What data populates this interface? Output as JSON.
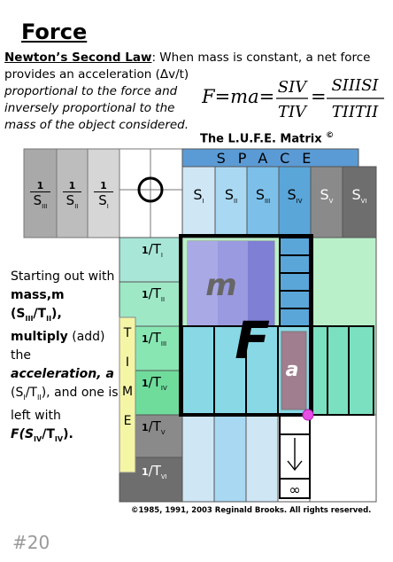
{
  "title": "Force",
  "intro": {
    "law": "Newton’s Second Law",
    "line1_rest": ": When  mass is constant, a net force",
    "line2": "provides an acceleration (Δv/t)",
    "line3": "proportional to the force and",
    "line4": "inversely proportional to the",
    "line5": "mass of the object considered."
  },
  "formula": {
    "lhs": "F=ma=",
    "f1_num": "SIV",
    "f1_den": "TIV",
    "eq": "=",
    "f2_num": "SIIISI",
    "f2_den": "TIITII"
  },
  "matrix_title": "The L.U.F.E. Matrix",
  "copyright_symbol": "©",
  "space_label": "SPACE",
  "time_label": "TIME",
  "inverse_space": [
    {
      "num": "1",
      "sym": "S",
      "sub": "III"
    },
    {
      "num": "1",
      "sym": "S",
      "sub": "II"
    },
    {
      "num": "1",
      "sym": "S",
      "sub": "I"
    }
  ],
  "space_cols": [
    {
      "sym": "S",
      "sub": "I"
    },
    {
      "sym": "S",
      "sub": "II"
    },
    {
      "sym": "S",
      "sub": "III"
    },
    {
      "sym": "S",
      "sub": "IV"
    },
    {
      "sym": "S",
      "sub": "V"
    },
    {
      "sym": "S",
      "sub": "VI"
    }
  ],
  "time_rows": [
    {
      "num": "1",
      "sym": "T",
      "sub": "I"
    },
    {
      "num": "1",
      "sym": "T",
      "sub": "II"
    },
    {
      "num": "1",
      "sym": "T",
      "sub": "III"
    },
    {
      "num": "1",
      "sym": "T",
      "sub": "IV"
    },
    {
      "num": "1",
      "sym": "T",
      "sub": "V"
    },
    {
      "num": "1",
      "sym": "T",
      "sub": "VI"
    }
  ],
  "mass_label": "m",
  "force_label": "F",
  "accel_label": "a",
  "infinity": "∞",
  "side_text": {
    "p1": "Starting out with ",
    "p2": "mass,m",
    "p3": "(S",
    "p3_sub1": "III",
    "p4": "/T",
    "p4_sub": "II",
    "p5": "),",
    "p6": "multiply",
    "p7": " (add) the ",
    "p8": "acceleration, a",
    "p9": " (S",
    "p9_sub": "I",
    "p10": "/T",
    "p10_sub": "II",
    "p11": "), and one is left with ",
    "p12": "F(S",
    "p12_sub": "IV",
    "p13": "/T",
    "p13_sub": "IV",
    "p14": ")."
  },
  "copyright": "©1985, 1991, 2003 Reginald Brooks. All rights reserved.",
  "slide_number": "#20",
  "colors": {
    "gray1": "#a9a9a9",
    "gray2": "#bdbdbd",
    "gray3": "#d6d6d6",
    "space_blue": "#5b9bd5",
    "light_blue": "#cfe6f5",
    "aqua": "#a8e6d8",
    "green": "#b9f0c9",
    "purple": "#8f8fd9",
    "mauve": "#a07d8f",
    "magenta": "#e64ee6"
  }
}
